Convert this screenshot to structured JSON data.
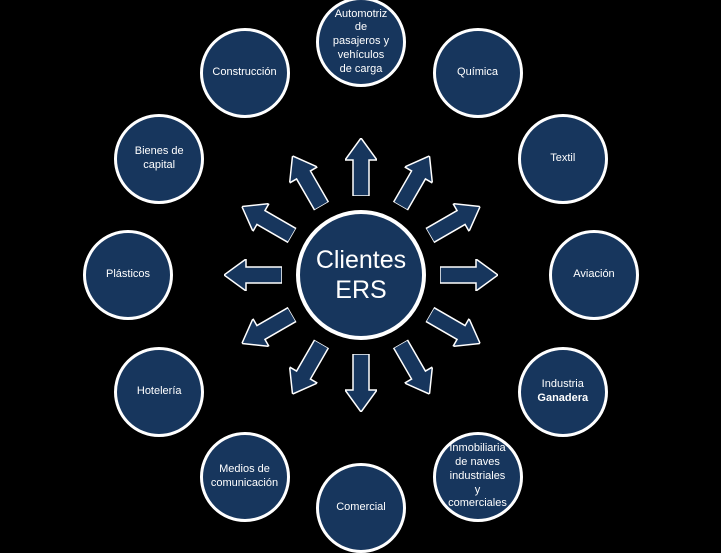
{
  "colors": {
    "background": "#000000",
    "node_fill": "#17365d",
    "node_border": "#ffffff",
    "text": "#ffffff"
  },
  "center": {
    "label": "Clientes\nERS"
  },
  "nodes": [
    {
      "label": "Automotriz\nde\npasajeros  y\nvehículos\nde carga"
    },
    {
      "label": "Química"
    },
    {
      "label": "Textil"
    },
    {
      "label": "Aviación"
    },
    {
      "label": "Industria\nGanadera"
    },
    {
      "label": "Inmobiliaria\nde naves\nindustriales\ny\ncomerciales"
    },
    {
      "label": "Comercial"
    },
    {
      "label": "Medios de\ncomunicación"
    },
    {
      "label": "Hotelería"
    },
    {
      "label": "Plásticos"
    },
    {
      "label": "Bienes de\ncapital"
    },
    {
      "label": "Construcción"
    }
  ]
}
